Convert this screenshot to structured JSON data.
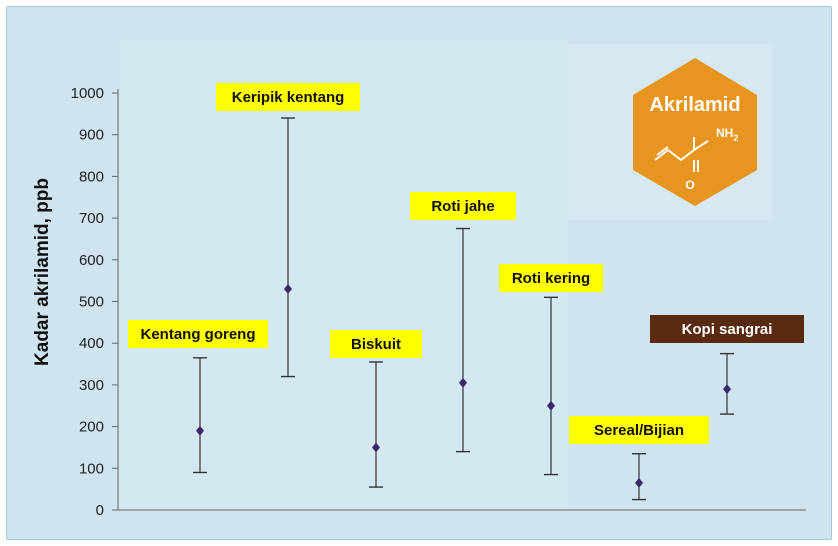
{
  "chart_data": {
    "type": "scatter",
    "ylabel": "Kadar akrilamid, ppb",
    "xlabel": "",
    "ylim": [
      0,
      1000
    ],
    "yticks": [
      0,
      100,
      200,
      300,
      400,
      500,
      600,
      700,
      800,
      900,
      1000
    ],
    "grid": false,
    "series": [
      {
        "points": [
          {
            "label": "Kentang goreng",
            "mean": 190,
            "min": 90,
            "max": 365,
            "label_color": "#ffff00"
          },
          {
            "label": "Keripik kentang",
            "mean": 530,
            "min": 320,
            "max": 940,
            "label_color": "#ffff00"
          },
          {
            "label": "Biskuit",
            "mean": 150,
            "min": 55,
            "max": 355,
            "label_color": "#ffff00"
          },
          {
            "label": "Roti jahe",
            "mean": 305,
            "min": 140,
            "max": 675,
            "label_color": "#ffff00"
          },
          {
            "label": "Roti kering",
            "mean": 250,
            "min": 85,
            "max": 510,
            "label_color": "#ffff00"
          },
          {
            "label": "Sereal/Bijian",
            "mean": 65,
            "min": 25,
            "max": 135,
            "label_color": "#ffff00"
          },
          {
            "label": "Kopi sangrai",
            "mean": 290,
            "min": 230,
            "max": 375,
            "label_color": "#5a2a10"
          }
        ]
      }
    ]
  },
  "logo": {
    "title": "Akrilamid",
    "group": "NH",
    "subscript": "2",
    "oxygen": "O",
    "color": "#e8951f"
  },
  "colors": {
    "background": "#cfe4ef",
    "marker": "#3a2a6a",
    "whisker": "#333333"
  }
}
